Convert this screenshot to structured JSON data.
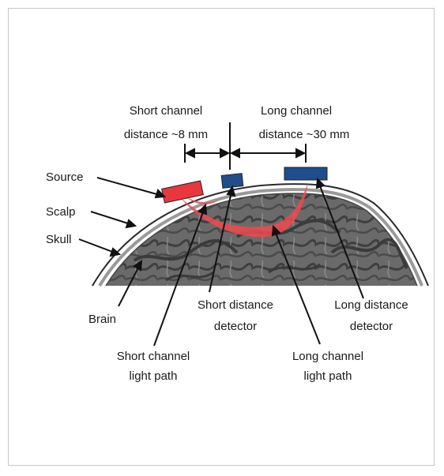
{
  "labels": {
    "short_channel_distance": [
      "Short channel",
      "distance ~8 mm"
    ],
    "long_channel_distance": [
      "Long channel",
      "distance ~30 mm"
    ],
    "source": "Source",
    "scalp": "Scalp",
    "skull": "Skull",
    "brain": "Brain",
    "short_distance_detector": [
      "Short distance",
      "detector"
    ],
    "long_distance_detector": [
      "Long distance",
      "detector"
    ],
    "short_channel_light_path": [
      "Short channel",
      "light path"
    ],
    "long_channel_light_path": [
      "Long channel",
      "light path"
    ]
  },
  "colors": {
    "source": "#e8383d",
    "detector": "#1f4e8c",
    "light_path": "#ef4a4f",
    "brain": "#5e5e5e"
  },
  "icons": {
    "source": "red-rectangle",
    "detector": "blue-rectangle"
  }
}
